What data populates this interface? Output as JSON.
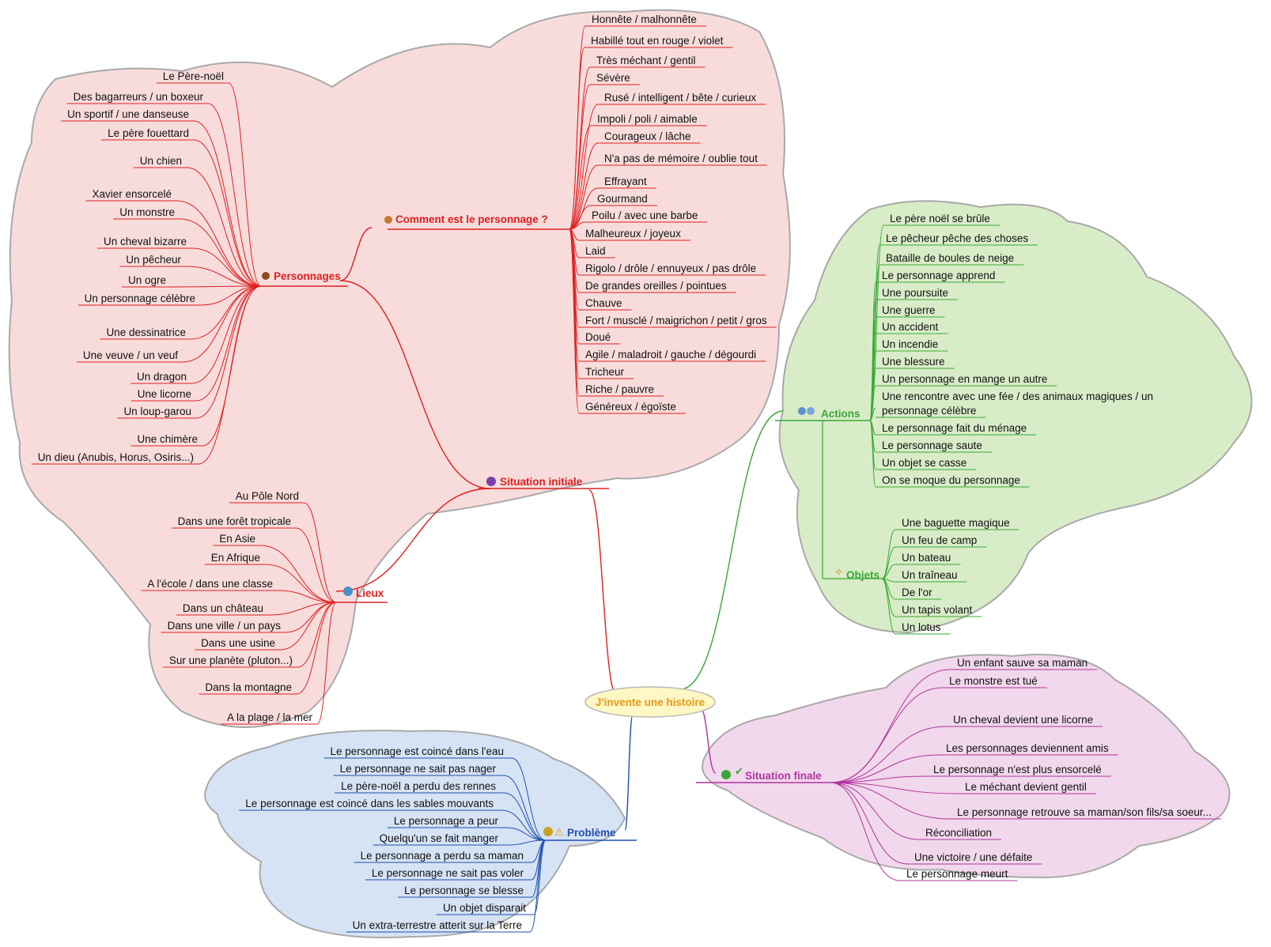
{
  "center": {
    "label": "J'invente une histoire",
    "color": "#e69a1c"
  },
  "colors": {
    "red": "#e02020",
    "green": "#3aa837",
    "purple": "#b0349c",
    "blue": "#1f4fb0",
    "cloud_red": "#f8dcdc",
    "cloud_green": "#d9ecc8",
    "cloud_purple": "#f1d8ec",
    "cloud_blue": "#d6e3f5",
    "center_fill": "#fff7c4"
  },
  "situation_initiale": {
    "label": "Situation initiale",
    "icon": "number-1-icon",
    "personnages": {
      "label": "Personnages",
      "icon": "people-icon",
      "items": [
        "Le Père-noël",
        "Des bagarreurs / un boxeur",
        "Un sportif / une danseuse",
        "Le père fouettard",
        "Un chien",
        "Xavier ensorcelé",
        "Un monstre",
        "Un cheval bizarre",
        "Un pêcheur",
        "Un ogre",
        "Un personnage célèbre",
        "Une dessinatrice",
        "Une veuve / un veuf",
        "Un dragon",
        "Une licorne",
        "Un loup-garou",
        "Une chimère",
        "Un dieu (Anubis, Horus, Osiris...)"
      ]
    },
    "comment": {
      "label": "Comment est le personnage ?",
      "icon": "person-icon",
      "items": [
        "Honnête / malhonnête",
        "Habillé tout en rouge / violet",
        "Très méchant / gentil",
        "Sévère",
        "Rusé / intelligent / bête / curieux",
        "Impoli / poli / aimable",
        "Courageux / lâche",
        "N'a pas de mémoire / oublie tout",
        "Effrayant",
        "Gourmand",
        "Poilu / avec une barbe",
        "Malheureux / joyeux",
        "Laid",
        "Rigolo / drôle / ennuyeux / pas drôle",
        "De grandes oreilles / pointues",
        "Chauve",
        "Fort / musclé / maigrichon / petit / gros",
        "Doué",
        "Agile / maladroit / gauche / dégourdi",
        "Tricheur",
        "Riche / pauvre",
        "Généreux / égoïste"
      ]
    },
    "lieux": {
      "label": "Lieux",
      "icon": "globe-icon",
      "items": [
        "Au Pôle Nord",
        "Dans une forêt tropicale",
        "En Asie",
        "En Afrique",
        "A l'école / dans une classe",
        "Dans un château",
        "Dans une ville / un pays",
        "Dans une usine",
        "Sur une planète (pluton...)",
        "Dans la montagne",
        "A la plage / la mer"
      ]
    }
  },
  "actions": {
    "label": "Actions",
    "icon": "gears-icon",
    "items": [
      "Le père noël se brûle",
      "Le pêcheur pêche des choses",
      "Bataille de boules de neige",
      "Le personnage apprend",
      "Une poursuite",
      "Une guerre",
      "Un accident",
      "Un incendie",
      "Une blessure",
      "Un personnage en mange un autre",
      "Une rencontre avec une fée / des animaux magiques / un",
      "personnage célèbre",
      "Le personnage fait du ménage",
      "Le personnage saute",
      "Un objet se casse",
      "On se moque du personnage"
    ]
  },
  "objets": {
    "label": "Objets",
    "icon": "magic-wand-icon",
    "items": [
      "Une baguette magique",
      "Un feu de camp",
      "Un bateau",
      "Un traîneau",
      "De l'or",
      "Un tapis volant",
      "Un lotus"
    ]
  },
  "situation_finale": {
    "label": "Situation finale",
    "icon": "check-icon",
    "items": [
      "Un enfant sauve sa maman",
      "Le monstre est tué",
      "Un cheval devient une licorne",
      "Les personnages deviennent amis",
      "Le personnage n'est plus ensorcelé",
      "Le méchant devient gentil",
      "Le personnage retrouve sa maman/son fils/sa soeur...",
      "Réconciliation",
      "Une victoire / une défaite",
      "Le personnage meurt"
    ]
  },
  "probleme": {
    "label": "Problème",
    "icon": "warning-icon",
    "items": [
      "Le personnage est coincé dans l'eau",
      "Le personnage ne sait pas nager",
      "Le père-noël a perdu des rennes",
      "Le personnage est coincé dans les sables mouvants",
      "Le personnage a peur",
      "Quelqu'un se fait manger",
      "Le personnage a perdu sa maman",
      "Le personnage ne sait pas voler",
      "Le personnage se blesse",
      "Un objet disparait",
      "Un extra-terrestre atterit sur la Terre"
    ]
  }
}
